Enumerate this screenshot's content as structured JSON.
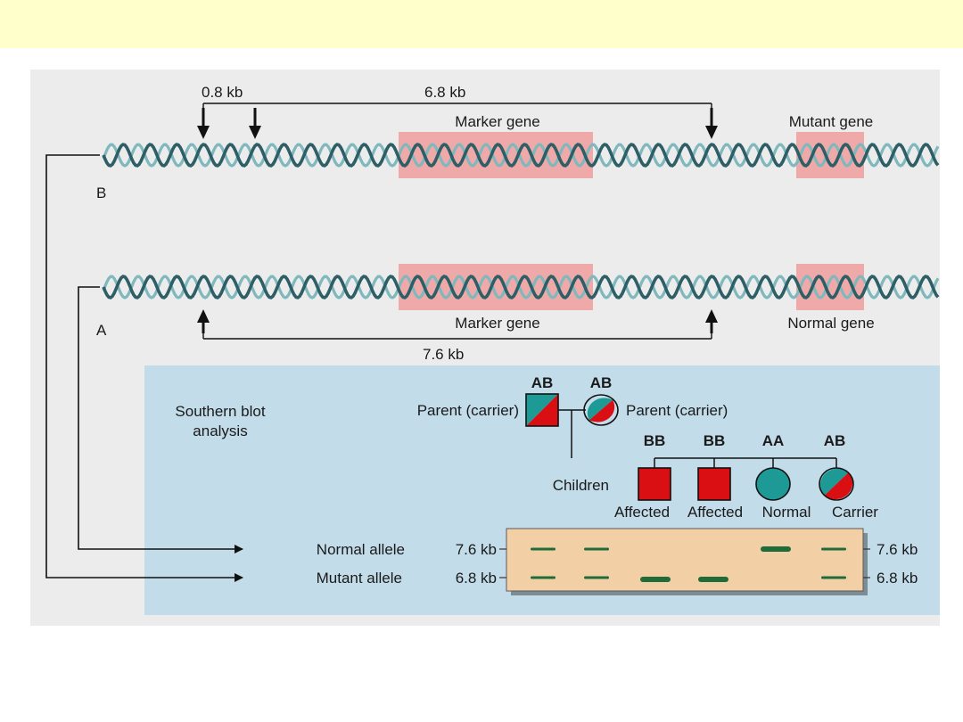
{
  "colors": {
    "banner": "#ffffcc",
    "figure_background": "#ececec",
    "blot_panel": "#c3dcea",
    "gene_highlight": "#f0a9a9",
    "gel": "#f3cfa5",
    "band": "#1f6b3a",
    "affected_red": "#d90f14",
    "normal_teal": "#1e9a96",
    "helix_dark": "#2e5f66",
    "helix_light": "#7fb8bd"
  },
  "strand_b": {
    "label": "B",
    "distance_small": "0.8 kb",
    "distance_large": "6.8 kb",
    "marker_label": "Marker gene",
    "gene_label": "Mutant gene"
  },
  "strand_a": {
    "label": "A",
    "distance": "7.6 kb",
    "marker_label": "Marker gene",
    "gene_label": "Normal gene"
  },
  "blot": {
    "title_line1": "Southern blot",
    "title_line2": "analysis",
    "parents": [
      {
        "genotype": "AB",
        "label": "Parent (carrier)",
        "sex": "male"
      },
      {
        "genotype": "AB",
        "label": "Parent (carrier)",
        "sex": "female"
      }
    ],
    "children_label": "Children",
    "children": [
      {
        "genotype": "BB",
        "status": "Affected",
        "sex": "male",
        "phenotype": "affected"
      },
      {
        "genotype": "BB",
        "status": "Affected",
        "sex": "male",
        "phenotype": "affected"
      },
      {
        "genotype": "AA",
        "status": "Normal",
        "sex": "female",
        "phenotype": "normal"
      },
      {
        "genotype": "AB",
        "status": "Carrier",
        "sex": "female",
        "phenotype": "carrier"
      }
    ],
    "rows": [
      {
        "allele": "Normal allele",
        "size": "7.6 kb"
      },
      {
        "allele": "Mutant allele",
        "size": "6.8 kb"
      }
    ],
    "lanes": [
      {
        "normal_band": "faint",
        "mutant_band": "faint"
      },
      {
        "normal_band": "faint",
        "mutant_band": "faint"
      },
      {
        "normal_band": "none",
        "mutant_band": "strong"
      },
      {
        "normal_band": "none",
        "mutant_band": "strong"
      },
      {
        "normal_band": "strong",
        "mutant_band": "none"
      },
      {
        "normal_band": "faint",
        "mutant_band": "faint"
      }
    ]
  }
}
